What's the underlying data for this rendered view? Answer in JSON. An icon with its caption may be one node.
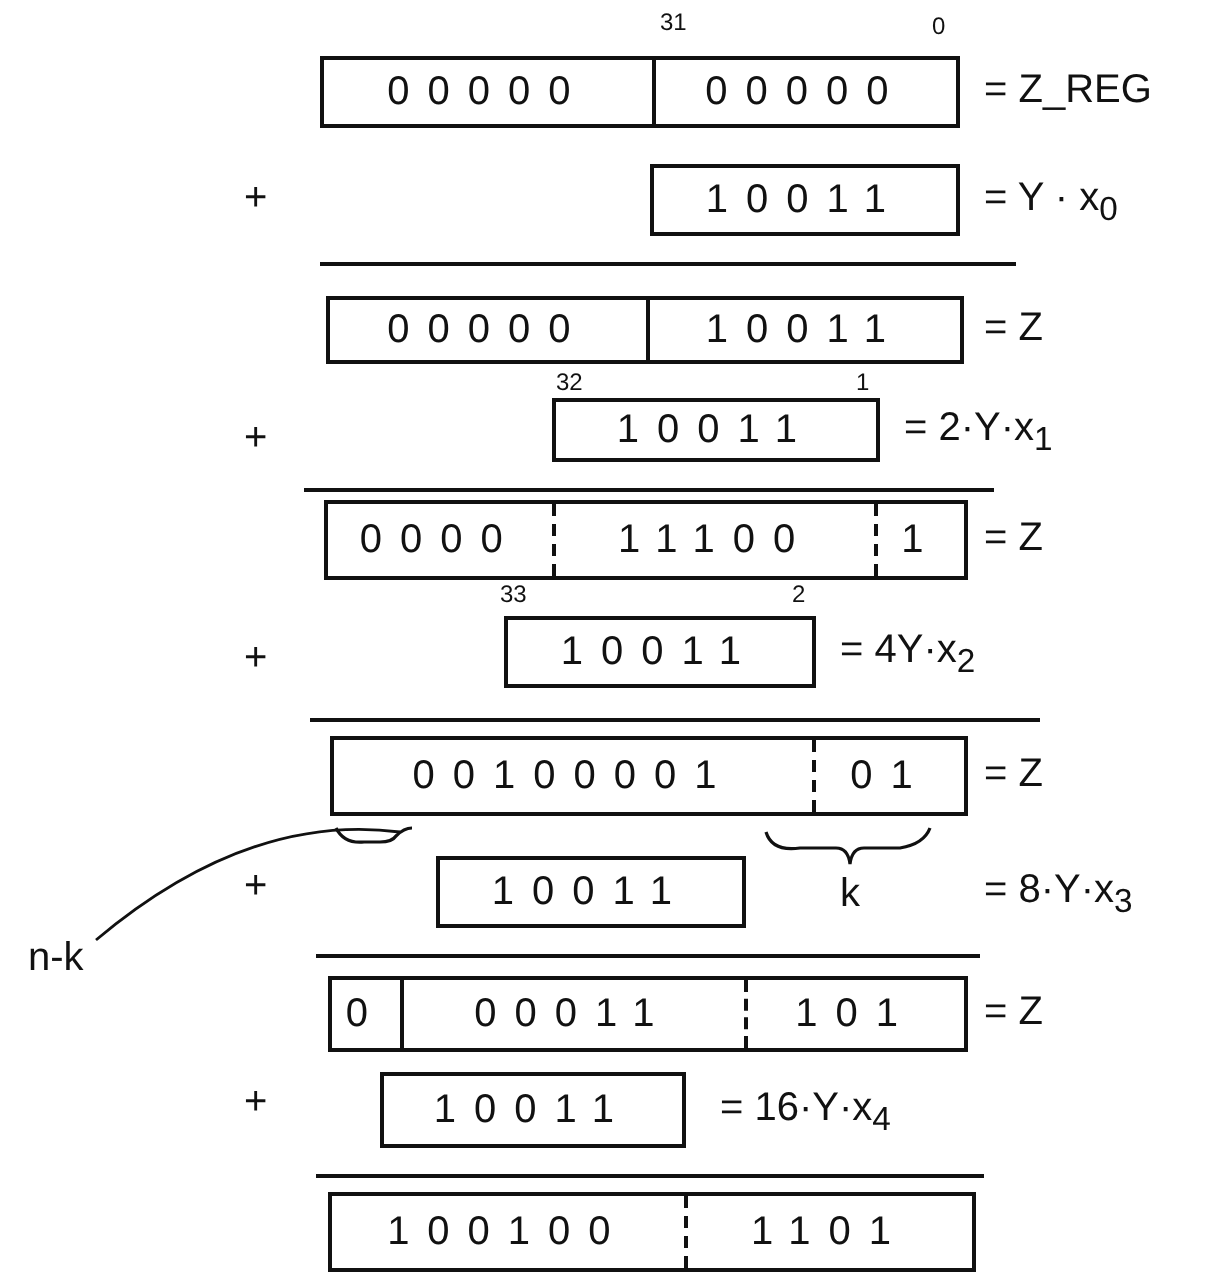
{
  "diagram": {
    "nodes": [
      {
        "text": [
          "00000",
          "00000"
        ],
        "beside": [
          "= Z_REG"
        ]
      },
      {
        "text": [
          "10011"
        ],
        "beside": [
          "= Y · x$_{0}$"
        ]
      },
      {
        "text": [
          "00000",
          "10011"
        ],
        "beside": [
          "= Z"
        ]
      },
      {
        "text": [
          "10011"
        ],
        "beside": [
          "= 2·Y·x$_{1}$"
        ]
      },
      {
        "text": [
          "0000",
          "11100",
          "1"
        ],
        "beside": [
          "= Z"
        ]
      },
      {
        "text": [
          "10011"
        ],
        "beside": [
          "= 4Y·x$_{2}$"
        ]
      },
      {
        "text": [
          "00100001",
          "01"
        ],
        "beside": [
          "= Z"
        ]
      },
      {
        "text": [],
        "shape": "brace"
      },
      {
        "text": [
          "10011"
        ]
      },
      {
        "text": [
          "n-k"
        ]
      },
      {
        "text": [
          "0",
          "00011",
          "101"
        ],
        "beside": [
          "= Z"
        ]
      },
      {
        "text": [
          "10011"
        ],
        "beside": [
          "= 16·Y·x$_{4}$"
        ]
      },
      {
        "text": [
          "100100",
          "1101"
        ]
      }
    ],
    "edges": [
      {
        "from": 9,
        "to": 7,
        "arrow": "none"
      }
    ],
    "labels": [
      "31",
      "0",
      "+",
      "32",
      "1",
      "+",
      "33",
      "2",
      "+",
      "+",
      "k",
      "= 8·Y·x$_{3}$",
      "+"
    ]
  }
}
